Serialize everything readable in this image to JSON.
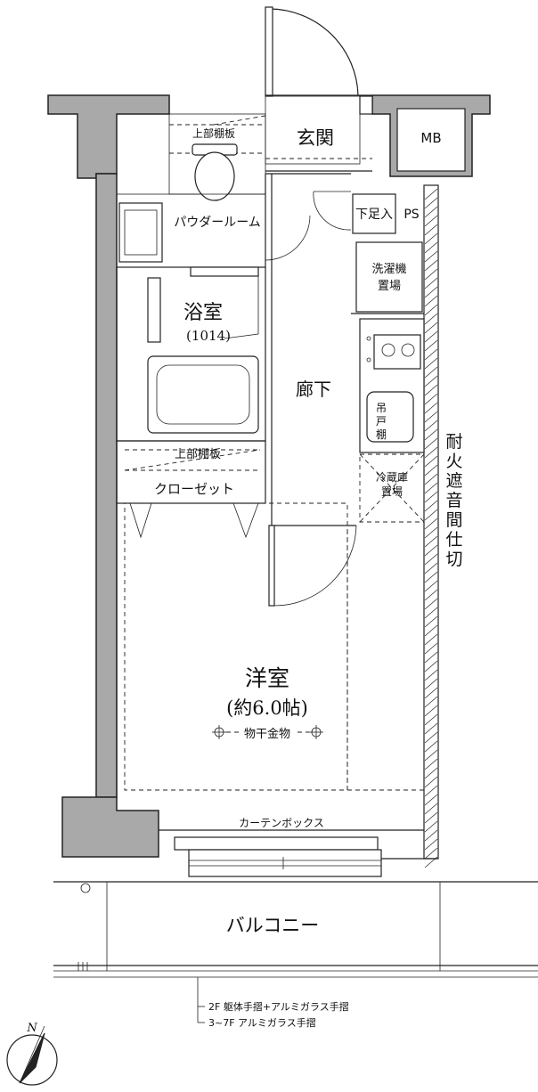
{
  "rooms": {
    "entrance": "玄関",
    "mb": "MB",
    "upper_shelf_toilet": "上部棚板",
    "powder_room": "パウダールーム",
    "shoe_box": "下足入",
    "ps": "PS",
    "washer_line1": "洗濯機",
    "washer_line2": "置場",
    "bath": "浴室",
    "bath_size": "(1014)",
    "corridor": "廊下",
    "hanging_cab_1": "吊",
    "hanging_cab_2": "戸",
    "hanging_cab_3": "棚",
    "fridge_line1": "冷蔵庫",
    "fridge_line2": "置場",
    "upper_shelf_closet": "上部棚板",
    "closet": "クローゼット",
    "western_room": "洋室",
    "western_room_size": "(約6.0帖)",
    "drying_hardware": "物干金物",
    "curtain_box": "カーテンボックス",
    "balcony": "バルコニー"
  },
  "fire_wall_chars": [
    "耐",
    "火",
    "遮",
    "音",
    "間",
    "仕",
    "切"
  ],
  "handrail_notes": [
    "2F 躯体手摺+アルミガラス手摺",
    "3~7F アルミガラス手摺"
  ],
  "compass_label": "N"
}
